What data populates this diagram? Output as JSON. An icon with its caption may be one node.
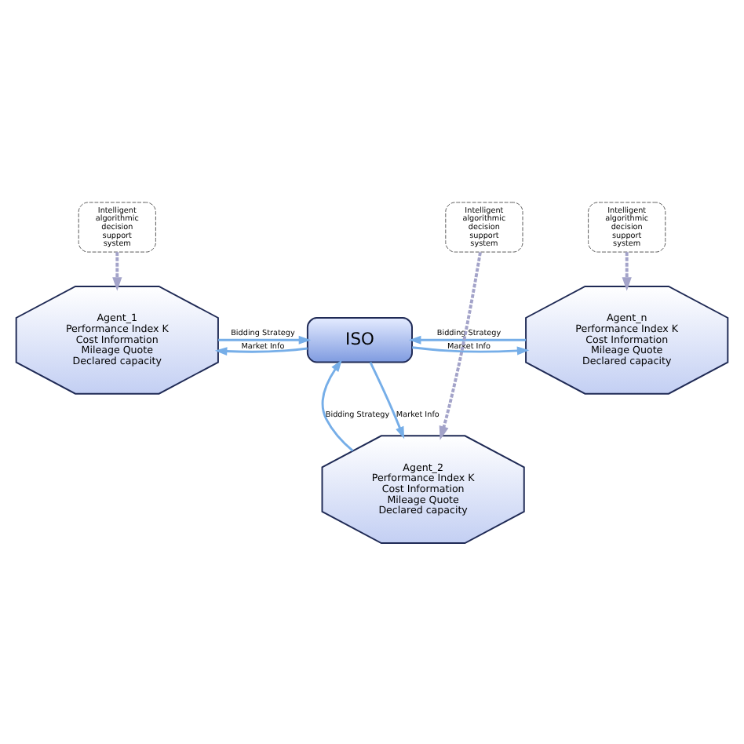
{
  "diagram": {
    "nodes": [
      {
        "text": [
          "Agent_1",
          "Performance Index K",
          "Cost Information",
          "Mileage Quote",
          "Declared capacity"
        ]
      },
      {
        "text": [
          "ISO"
        ]
      },
      {
        "text": [
          "Agent_n",
          "Performance Index K",
          "Cost Information",
          "Mileage Quote",
          "Declared capacity"
        ]
      },
      {
        "text": [
          "Intelligent algorithmic decision support system"
        ]
      },
      {
        "text": [
          "Agent_2",
          "Performance Index K",
          "Cost Information",
          "Mileage Quote",
          "Declared capacity"
        ]
      },
      {
        "text": [
          "Intelligent algorithmic decision support system"
        ]
      },
      {
        "text": [
          "Intelligent algorithmic decision support system"
        ]
      }
    ],
    "edges": [
      {
        "from": 0,
        "to": 1,
        "arrow": "to",
        "label": "Bidding Strategy"
      },
      {
        "from": 1,
        "to": 0,
        "arrow": "to",
        "label": "Market Info"
      },
      {
        "from": 1,
        "to": 2,
        "arrow": "to",
        "label": "Market Info"
      },
      {
        "from": 2,
        "to": 1,
        "arrow": "to",
        "label": "Bidding Strategy"
      },
      {
        "from": 4,
        "to": 1,
        "arrow": "to",
        "label": "Bidding Strategy"
      },
      {
        "from": 1,
        "to": 4,
        "arrow": "to",
        "label": "Market Info"
      },
      {
        "from": 3,
        "to": 0,
        "arrow": "to",
        "style": "dashed",
        "color": "#a3a3c9"
      },
      {
        "from": 5,
        "to": 2,
        "arrow": "to",
        "style": "dashed",
        "color": "#a3a3c9"
      },
      {
        "from": 6,
        "to": 4,
        "arrow": "to",
        "style": "dashed",
        "color": "#a3a3c9"
      }
    ]
  }
}
